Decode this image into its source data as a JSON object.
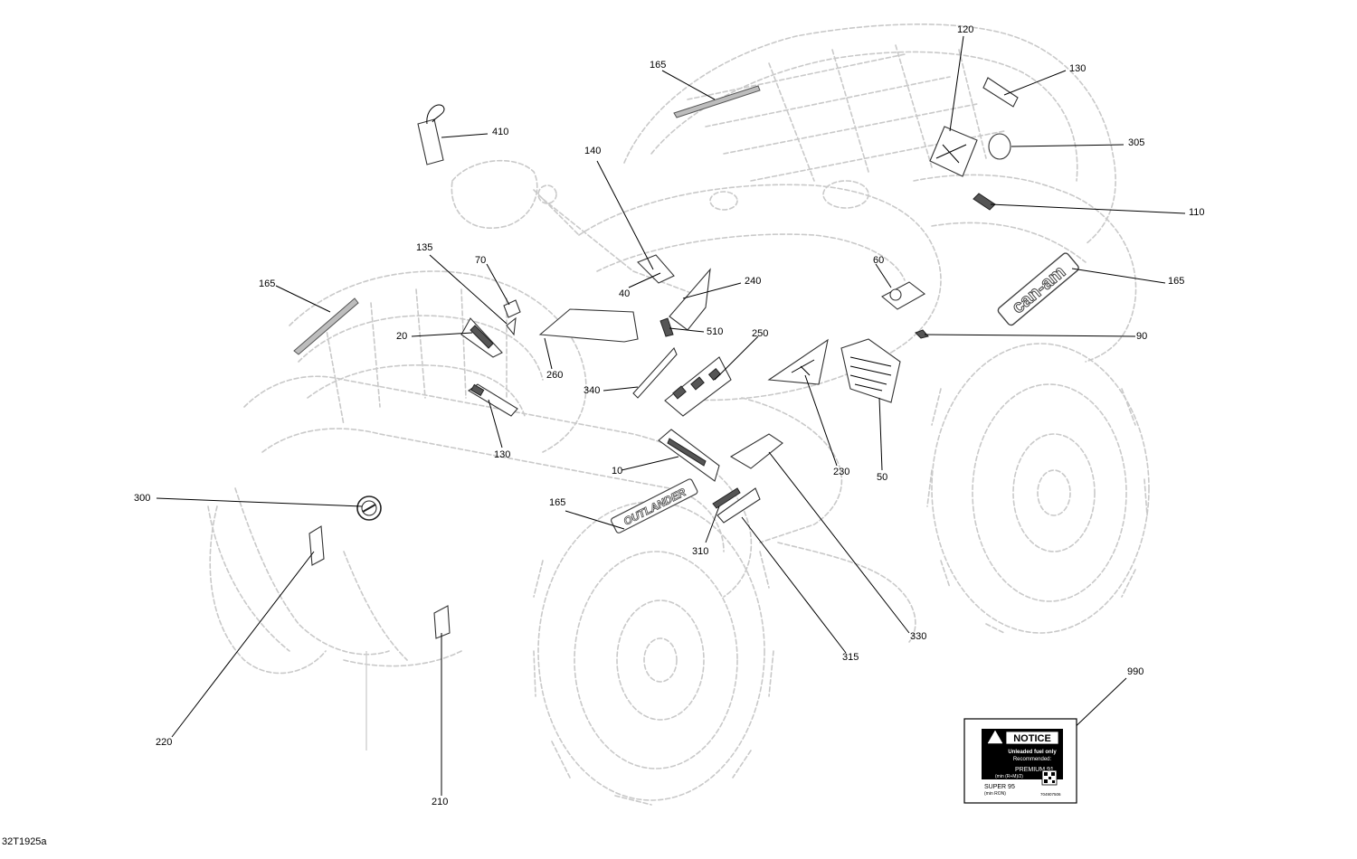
{
  "diagram_ref": "32T1925a",
  "callouts": [
    {
      "id": "c120",
      "label": "120"
    },
    {
      "id": "c130a",
      "label": "130"
    },
    {
      "id": "c165a",
      "label": "165"
    },
    {
      "id": "c410",
      "label": "410"
    },
    {
      "id": "c305",
      "label": "305"
    },
    {
      "id": "c140",
      "label": "140"
    },
    {
      "id": "c110",
      "label": "110"
    },
    {
      "id": "c135",
      "label": "135"
    },
    {
      "id": "c70",
      "label": "70"
    },
    {
      "id": "c165b",
      "label": "165"
    },
    {
      "id": "c165c",
      "label": "165"
    },
    {
      "id": "c240",
      "label": "240"
    },
    {
      "id": "c40",
      "label": "40"
    },
    {
      "id": "c60",
      "label": "60"
    },
    {
      "id": "c20",
      "label": "20"
    },
    {
      "id": "c510",
      "label": "510"
    },
    {
      "id": "c250",
      "label": "250"
    },
    {
      "id": "c90",
      "label": "90"
    },
    {
      "id": "c260",
      "label": "260"
    },
    {
      "id": "c340",
      "label": "340"
    },
    {
      "id": "c130b",
      "label": "130"
    },
    {
      "id": "c230",
      "label": "230"
    },
    {
      "id": "c10",
      "label": "10"
    },
    {
      "id": "c50",
      "label": "50"
    },
    {
      "id": "c300",
      "label": "300"
    },
    {
      "id": "c165d",
      "label": "165"
    },
    {
      "id": "c310",
      "label": "310"
    },
    {
      "id": "c330",
      "label": "330"
    },
    {
      "id": "c315",
      "label": "315"
    },
    {
      "id": "c990",
      "label": "990"
    },
    {
      "id": "c220",
      "label": "220"
    },
    {
      "id": "c210",
      "label": "210"
    }
  ],
  "decal_text": {
    "brand": "can-am",
    "model": "OUTLANDER"
  },
  "fuel_label": {
    "heading": "NOTICE",
    "line1": "Unleaded fuel only",
    "line2": "Recommended:",
    "grade1": "PREMIUM 91",
    "grade1_note": "(min (R+M)/2)",
    "grade2": "SUPER 95",
    "grade2_note": "(min RON)",
    "part_no": "704907506"
  }
}
